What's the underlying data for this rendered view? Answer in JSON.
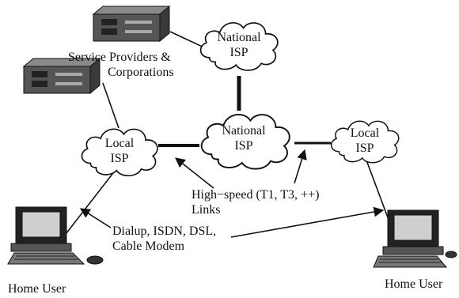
{
  "nodes": {
    "national_top": {
      "line1": "National",
      "line2": "ISP"
    },
    "national_center": {
      "line1": "National",
      "line2": "ISP"
    },
    "local_left": {
      "line1": "Local",
      "line2": "ISP"
    },
    "local_right": {
      "line1": "Local",
      "line2": "ISP"
    }
  },
  "labels": {
    "service_providers_line1": "Service Providers &",
    "service_providers_line2": "Corporations",
    "highspeed_line1": "High−speed (T1, T3, ++)",
    "highspeed_line2": "Links",
    "dialup_line1": "Dialup, ISDN, DSL,",
    "dialup_line2": "Cable Modem",
    "home_user_left": "Home User",
    "home_user_right": "Home User"
  },
  "icons": {
    "server": "server-icon",
    "computer": "computer-icon",
    "cloud": "cloud-icon"
  }
}
